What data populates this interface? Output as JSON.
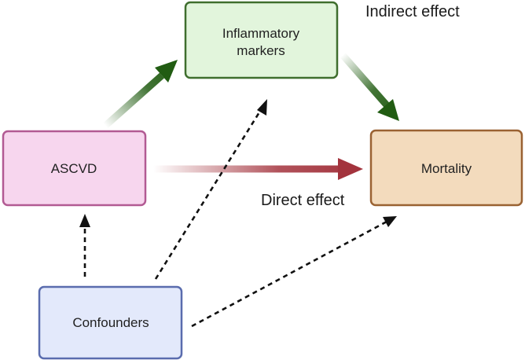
{
  "nodes": {
    "inflammatory": {
      "label_line1": "Inflammatory",
      "label_line2": "markers",
      "fill": "#e2f5dc",
      "stroke": "#3f6e2e"
    },
    "ascvd": {
      "label": "ASCVD",
      "fill": "#f7d6ee",
      "stroke": "#b25a93"
    },
    "mortality": {
      "label": "Mortality",
      "fill": "#f3dbbd",
      "stroke": "#9a6232"
    },
    "confounders": {
      "label": "Confounders",
      "fill": "#e3e9fb",
      "stroke": "#5a6cae"
    }
  },
  "annotations": {
    "indirect": "Indirect effect",
    "direct": "Direct effect"
  },
  "colors": {
    "indirect_arrow": "#215c12",
    "direct_arrow": "#a3333d",
    "confounder_arrow": "#111111"
  }
}
